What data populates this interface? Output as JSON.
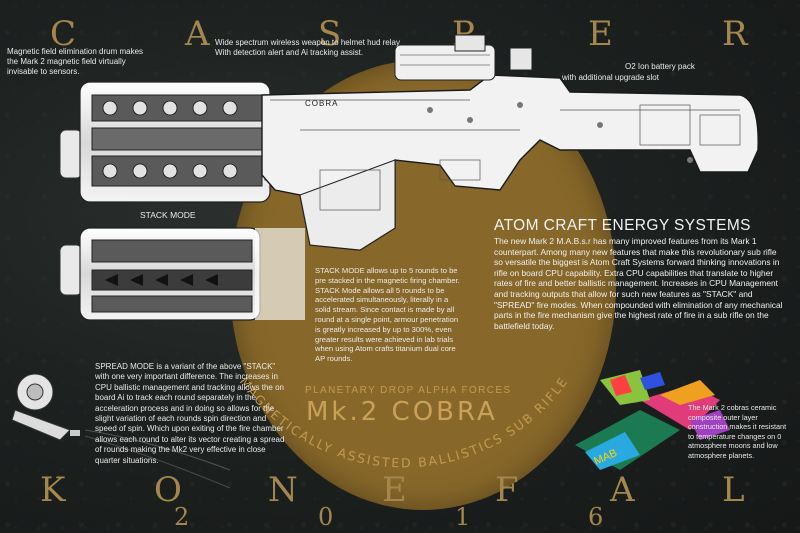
{
  "background_color": "#1b1f1e",
  "accent_color": "#88682a",
  "letters_top": [
    "C",
    "A",
    "S",
    "P",
    "E",
    "R"
  ],
  "letters_bottom": [
    "K",
    "O",
    "N",
    "E",
    "F",
    "A",
    "L"
  ],
  "year_digits": [
    "2",
    "0",
    "1",
    "6"
  ],
  "labels": {
    "drum_note": "Magnetic field elimination drum makes the Mark 2 magnetic field virtually invisable to sensors.",
    "hud_note_line1": "Wide spectrum wireless weapon to helmet hud relay",
    "hud_note_line2": "With detection alert and Ai tracking assist.",
    "battery_line1": "O2 Ion battery pack",
    "battery_line2": "with additional upgrade slot",
    "stack_mode_label": "STACK MODE",
    "gun_brand": "COBRA"
  },
  "headline": "ATOM CRAFT ENERGY SYSTEMS",
  "main_body": "The new Mark 2 M.A.B.s.r has many improved features from its Mark 1 counterpart.   Among many new features that make this revolutionary sub rifle so versatile the biggest is Atom Craft Systems forward thinking innovations in rifle on board CPU capability.  Extra CPU capabilities that translate to higher rates of fire and better ballistic management. Increases in CPU Management and tracking outputs that allow for such new features as \"STACK\" and \"SPREAD\" fire modes. When compounded with elimination of any mechanical parts in the fire mechanism give  the highest rate of fire in a sub rifle on the battlefield today.",
  "stack_body": "STACK MODE allows up to 5 rounds to be pre stacked in the magnetic firing chamber. STACK Mode allows all 5 rounds to be accelerated simultaneously, literally in a solid stream. Since contact is made by all round at a single point, armour penetration is greatly increased by up to 300%, even greater results were achieved in lab trials when using Atom crafts titanium dual core AP rounds.",
  "spread_body": "SPREAD MODE is a variant of the above \"STACK\" with one very important difference.  The increases in CPU ballistic management and tracking allows the on board Ai to track each round separately in the acceleration process and in doing so allows for the slight variation of each rounds spin direction and speed of spin.  Which upon exiting of the fire chamber allows each round to alter its vector creating a spread of rounds making the Mk2 very effective in close quarter situations.",
  "ceramic_body": "The Mark 2 cobras ceramic composite outer layer  construction makes it resistant to temperature changes on 0 atmosphere moons and low atmosphere planets.",
  "forces_line": "PLANETARY DROP ALPHA FORCES",
  "model_name": "Mk.2  COBRA",
  "arc_caption": "MAGNETICALLY ASSISTED BALLISTICS SUB RIFLE",
  "mab_label": "MAB"
}
